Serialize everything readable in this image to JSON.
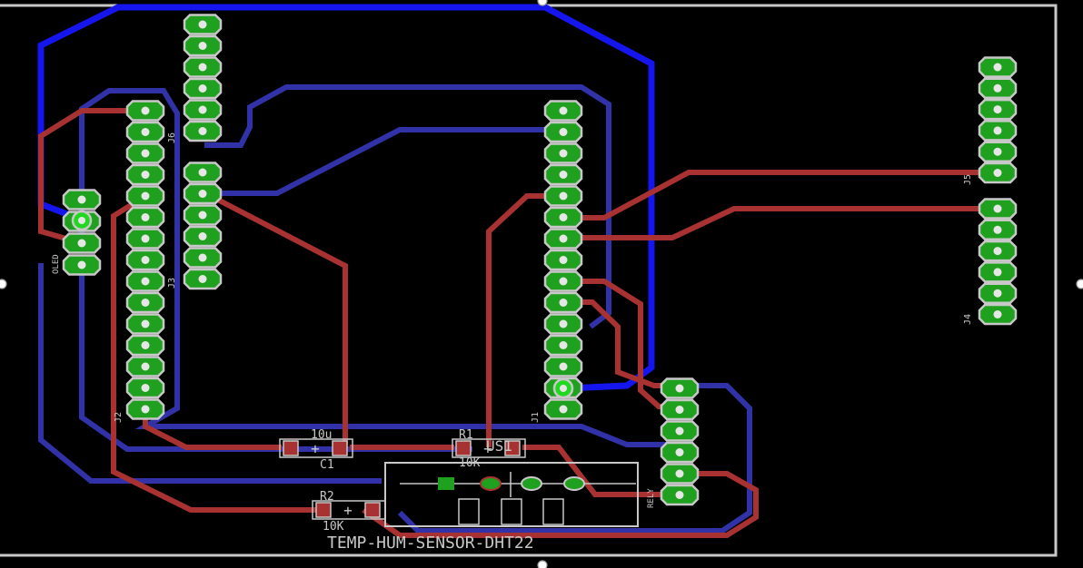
{
  "labels": {
    "board_name": "TEMP-HUM-SENSOR-DHT22",
    "c1_value": "10u",
    "c1_ref": "C1",
    "r1_ref": "R1",
    "r1_value": "10K",
    "r2_ref": "R2",
    "r2_value": "10K",
    "u1_ref": "US1",
    "j1": "J1",
    "j2": "J2",
    "j3": "J3",
    "j4": "J4",
    "j5": "J5",
    "j6": "J6",
    "oled": "OLED",
    "rely": "RELY"
  },
  "colors": {
    "background": "#000000",
    "top_copper": "#a83232",
    "bottom_copper": "#3232a8",
    "bottom_copper_highlight": "#1515ee",
    "pads": "#1fa01f",
    "silkscreen": "#c8c8c8"
  },
  "icons": {
    "capacitor_polarity": "plus-icon",
    "resistor_marker": "plus-icon"
  }
}
